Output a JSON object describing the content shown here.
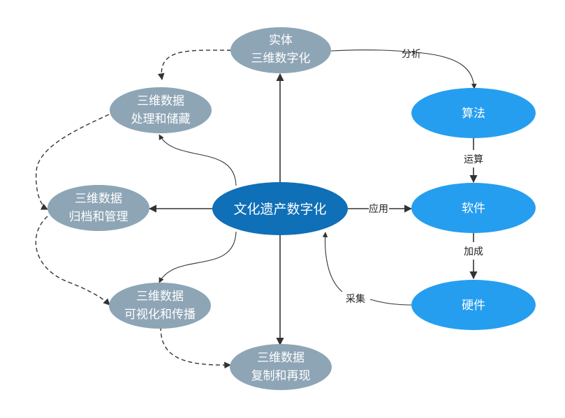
{
  "colors": {
    "grey_node": "#8ea5b6",
    "center_node": "#0f6fb7",
    "blue_node": "#259ef0",
    "line": "#333333"
  },
  "nodes": {
    "center": {
      "label": "文化遗产数字化"
    },
    "entity": {
      "line1": "实体",
      "line2": "三维数字化"
    },
    "processing": {
      "line1": "三维数据",
      "line2": "处理和储藏"
    },
    "archive": {
      "line1": "三维数据",
      "line2": "归档和管理"
    },
    "visualize": {
      "line1": "三维数据",
      "line2": "可视化和传播"
    },
    "replicate": {
      "line1": "三维数据",
      "line2": "复制和再现"
    },
    "algorithm": {
      "label": "算法"
    },
    "software": {
      "label": "软件"
    },
    "hardware": {
      "label": "硬件"
    }
  },
  "edge_labels": {
    "analysis": "分析",
    "compute": "运算",
    "apply": "应用",
    "add_to": "加成",
    "collect": "采集"
  }
}
